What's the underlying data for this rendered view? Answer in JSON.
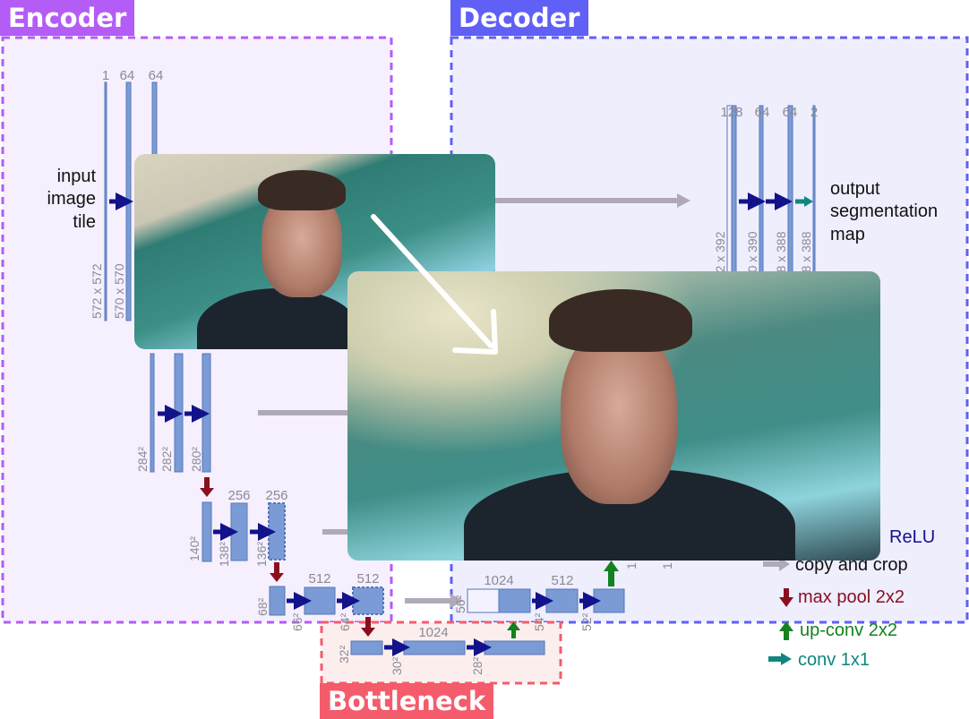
{
  "sections": {
    "encoder": "Encoder",
    "decoder": "Decoder",
    "bottleneck": "Bottleneck"
  },
  "encoder": {
    "input_label": [
      "input",
      "image",
      "tile"
    ],
    "level1": {
      "channels": [
        "1",
        "64",
        "64"
      ],
      "sizes": [
        "572 x 572",
        "570 x 570"
      ]
    },
    "level2": {
      "sizes": [
        "284²",
        "282²",
        "280²"
      ]
    },
    "level3": {
      "channels": [
        "256",
        "256"
      ],
      "sizes": [
        "140²",
        "138²",
        "136²"
      ]
    },
    "level4": {
      "channels": [
        "512",
        "512"
      ],
      "sizes": [
        "68²",
        "66²",
        "64²"
      ]
    }
  },
  "bottleneck": {
    "channels": [
      "1024"
    ],
    "sizes": [
      "32²",
      "30²",
      "28²"
    ]
  },
  "decoder": {
    "level4": {
      "channels": [
        "1024",
        "512"
      ],
      "sizes": [
        "56²",
        "54²",
        "52²"
      ]
    },
    "level1": {
      "channels": [
        "128",
        "64",
        "64",
        "2"
      ],
      "sizes": [
        "392 x 392",
        "390 x 390",
        "388 x 388",
        "388 x 388"
      ]
    },
    "output_label": [
      "output",
      "segmentation",
      "map"
    ],
    "partial_labels": [
      "1",
      "1"
    ]
  },
  "legend": {
    "conv": "ReLU",
    "copy": "copy and crop",
    "maxpool": "max pool 2x2",
    "upconv": "up-conv 2x2",
    "conv1x1": "conv 1x1"
  },
  "colors": {
    "encoder": "#b45cf6",
    "decoder": "#6060f6",
    "bottleneck": "#f45c6c",
    "bar": "#7b9bd6",
    "conv_arrow": "#12128a",
    "pool_arrow": "#8a1020",
    "up_arrow": "#13821f",
    "conv1x1_arrow": "#11857f",
    "copy_arrow": "#b0aab8"
  }
}
